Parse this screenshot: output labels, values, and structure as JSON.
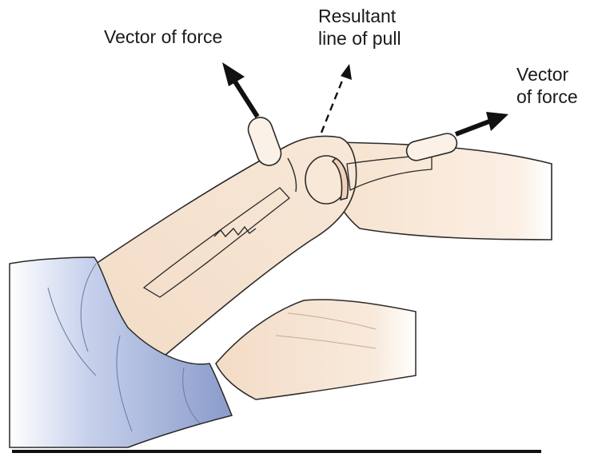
{
  "labels": {
    "vector_of_force_left": "Vector of force",
    "resultant_line_1": "Resultant",
    "resultant_line_2": "line of pull",
    "vector_of_force_right_line_1": "Vector",
    "vector_of_force_right_line_2": "of force"
  },
  "colors": {
    "skin": "#f6e3cf",
    "skin_shadow": "#f0d2b8",
    "skin_outline": "#2a2a2a",
    "sleeve": "#8e9fce",
    "sleeve_light": "#dfe5f4",
    "arrow": "#111111",
    "table_edge": "#111111"
  }
}
